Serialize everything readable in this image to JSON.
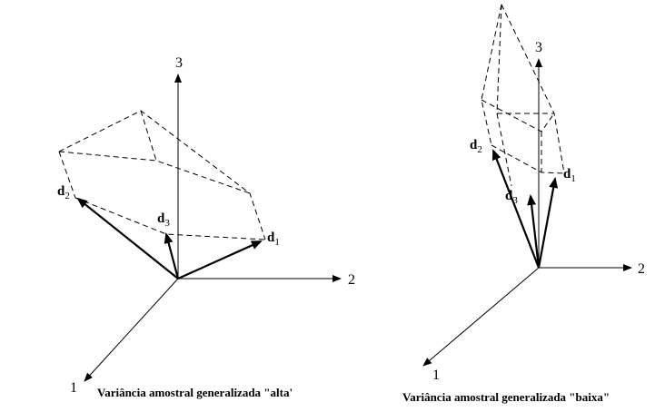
{
  "left": {
    "axes": {
      "x1": "1",
      "x2": "2",
      "x3": "3"
    },
    "vectors": [
      {
        "main": "d",
        "sub": "1"
      },
      {
        "main": "d",
        "sub": "2"
      },
      {
        "main": "d",
        "sub": "3"
      }
    ],
    "caption": "Variância amostral generalizada \"alta'"
  },
  "right": {
    "axes": {
      "x1": "1",
      "x2": "2",
      "x3": "3"
    },
    "vectors": [
      {
        "main": "d",
        "sub": "1"
      },
      {
        "main": "d",
        "sub": "2"
      },
      {
        "main": "d",
        "sub": "3"
      }
    ],
    "caption": "Variância amostral generalizada \"baixa\""
  }
}
